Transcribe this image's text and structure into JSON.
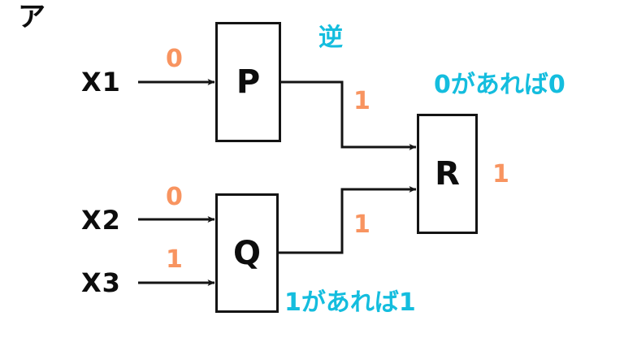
{
  "figure": {
    "section_marker": "ア",
    "colors": {
      "signal_orange": "#F89460",
      "annotation_cyan": "#14BDDE",
      "wire_black": "#141414",
      "background": "#FFFFFF"
    }
  },
  "inputs": [
    {
      "name": "X1",
      "label": "X1",
      "value": "0"
    },
    {
      "name": "X2",
      "label": "X2",
      "value": "0"
    },
    {
      "name": "X3",
      "label": "X3",
      "value": "1"
    }
  ],
  "gates": [
    {
      "id": "P",
      "label": "P",
      "note": "逆",
      "output_value": "1"
    },
    {
      "id": "Q",
      "label": "Q",
      "note": "1があれば1",
      "output_value": "1"
    },
    {
      "id": "R",
      "label": "R",
      "note": "0があれば0",
      "output_value": "1"
    }
  ],
  "signals": {
    "x1_to_p": "0",
    "x2_to_q": "0",
    "x3_to_q": "1",
    "p_to_r": "1",
    "q_to_r": "1",
    "r_out": "1"
  },
  "annotations": {
    "p_gate_note": "逆",
    "r_gate_note": "0があれば0",
    "q_gate_note": "1があれば1"
  }
}
